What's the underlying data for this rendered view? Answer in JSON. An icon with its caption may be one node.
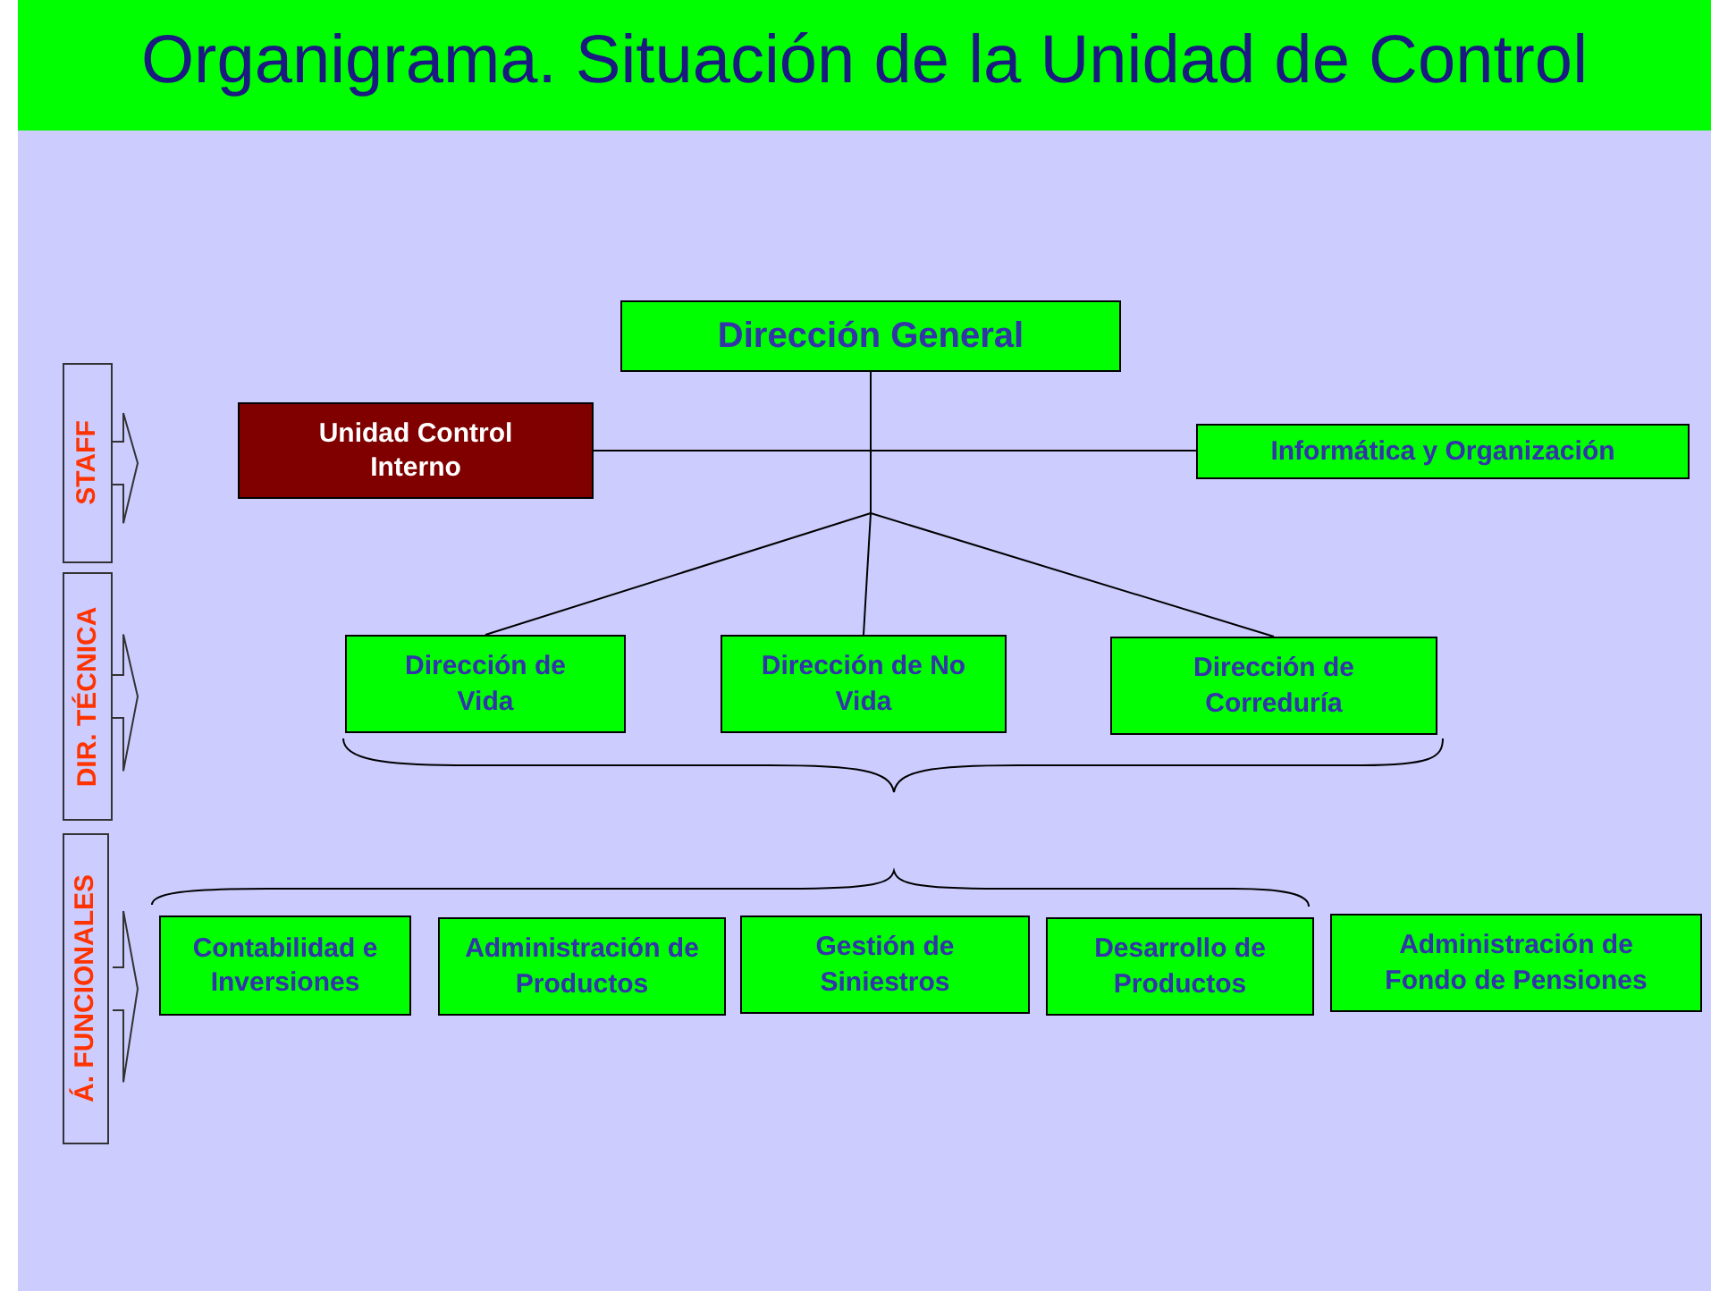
{
  "diagram": {
    "title": "Organigrama. Situación de la Unidad de Control",
    "nodes": [
      {
        "text": [
          "Dirección General"
        ]
      },
      {
        "text": [
          "Unidad Control Interno"
        ]
      },
      {
        "text": [
          "Informática y Organización"
        ]
      },
      {
        "text": [
          "Dirección de Vida"
        ]
      },
      {
        "text": [
          "Dirección de No Vida"
        ]
      },
      {
        "text": [
          "Dirección de Correduría"
        ]
      },
      {
        "text": [
          "Contabilidad e Inversiones"
        ]
      },
      {
        "text": [
          "Administración de Productos"
        ]
      },
      {
        "text": [
          "Gestión de Siniestros"
        ]
      },
      {
        "text": [
          "Desarrollo de Productos"
        ]
      },
      {
        "text": [
          "Administración de Fondo de Pensiones"
        ]
      },
      {
        "text": [
          "STAFF"
        ]
      },
      {
        "text": [
          "DIR. TÉCNICA"
        ]
      },
      {
        "text": [
          "Á. FUNCIONALES"
        ]
      }
    ],
    "edges": [
      {
        "from": 0,
        "to": 1,
        "arrow": "none"
      },
      {
        "from": 0,
        "to": 2,
        "arrow": "none"
      },
      {
        "from": 0,
        "to": 3,
        "arrow": "none"
      },
      {
        "from": 0,
        "to": 4,
        "arrow": "none"
      },
      {
        "from": 0,
        "to": 5,
        "arrow": "none"
      }
    ]
  }
}
